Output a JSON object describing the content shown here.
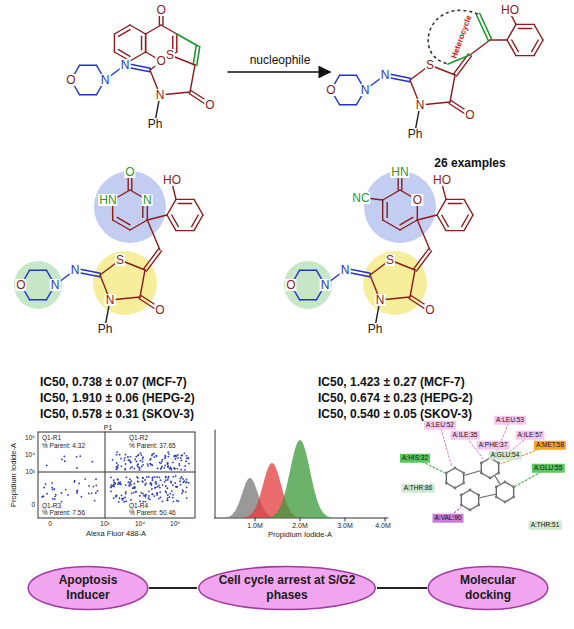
{
  "diagram": {
    "nodes": [
      {
        "text": [
          "Apoptosis Inducer"
        ]
      },
      {
        "text": [
          "Cell cycle arrest at S/G2 phases"
        ]
      },
      {
        "text": [
          "Molecular docking"
        ]
      }
    ],
    "edges": [
      {
        "from": 0,
        "to": 1,
        "arrow": "none"
      },
      {
        "from": 1,
        "to": 2,
        "arrow": "none"
      }
    ],
    "labels": [
      "O",
      "O",
      "O",
      "N",
      "N",
      "S",
      "N",
      "O",
      "Ph",
      "nucleophile",
      "HO",
      "Heterocycle",
      "O",
      "N",
      "N",
      "S",
      "N",
      "O",
      "Ph",
      "26 examples",
      "O",
      "N",
      "HN",
      "HO",
      "O",
      "N",
      "N",
      "S",
      "N",
      "O",
      "Ph",
      "HN",
      "NC",
      "O",
      "HO",
      "O",
      "N",
      "N",
      "S",
      "N",
      "O",
      "Ph",
      "IC50, 0.738 ± 0.07 (MCF-7)",
      "IC50, 1.910 ± 0.06 (HEPG-2)",
      "IC50, 0.578 ± 0.31 (SKOV-3)",
      "IC50, 1.423 ± 0.27 (MCF-7)",
      "IC50, 0.674 ± 0.23 (HEPG-2)",
      "IC50, 0.540 ± 0.05 (SKOV-3)",
      "P1",
      "Q1-R1",
      "% Parent: 4.32",
      "Q1-R2",
      "% Parent: 37.65",
      "Q1-R3",
      "% Parent: 7.56",
      "Q1-R4",
      "% Parent: 50.46",
      "Propidium Iodide-A",
      "Alexa Fluor 488-A",
      "10⁵",
      "10⁴",
      "10³",
      "0",
      "0",
      "10³",
      "10⁴",
      "10⁵",
      "1.0M",
      "2.0M",
      "3.0M",
      "4.0M",
      "Propidium Iodide-A",
      "A:LEU:52",
      "A:LEU:53",
      "A:ILE:35",
      "A:ILE:57",
      "A:MET:58",
      "A:PHE:37",
      "A:GLU:54",
      "A:HIS:32",
      "A:GLU:55",
      "A:THR:86",
      "A:VAL:90",
      "A:THR:51"
    ]
  }
}
